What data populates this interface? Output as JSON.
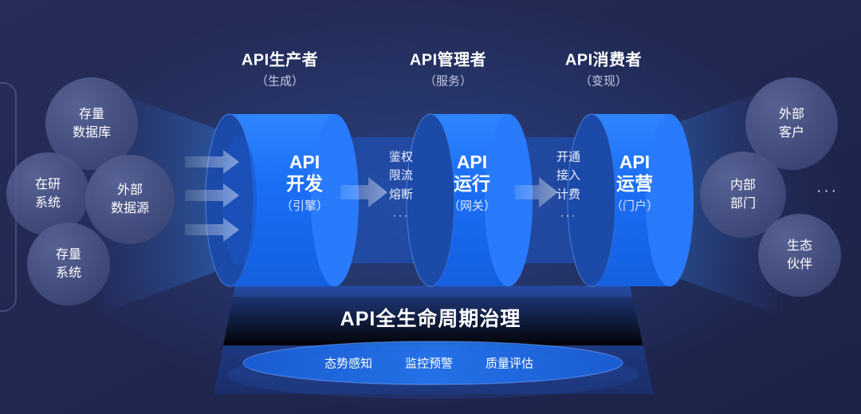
{
  "background": {
    "base_color": "#20274f",
    "accent_blue": "#1a6ef5",
    "deep_blue": "#1b3f9e"
  },
  "stages": [
    {
      "title": "API生产者",
      "subtitle": "（生成）"
    },
    {
      "title": "API管理者",
      "subtitle": "（服务）"
    },
    {
      "title": "API消费者",
      "subtitle": "（变现）"
    }
  ],
  "cylinders": [
    {
      "name_en": "API",
      "name_cn": "开发",
      "sub": "（引擎）"
    },
    {
      "name_en": "API",
      "name_cn": "运行",
      "sub": "（网关）"
    },
    {
      "name_en": "API",
      "name_cn": "运营",
      "sub": "（门户）"
    }
  ],
  "interstitials": [
    {
      "items": [
        "鉴权",
        "限流",
        "熔断"
      ],
      "dots": "···"
    },
    {
      "items": [
        "开通",
        "接入",
        "计费"
      ],
      "dots": "···"
    }
  ],
  "left_sources": [
    {
      "label_line1": "存量",
      "label_line2": "数据库"
    },
    {
      "label_line1": "在研",
      "label_line2": "系统"
    },
    {
      "label_line1": "外部",
      "label_line2": "数据源"
    },
    {
      "label_line1": "存量",
      "label_line2": "系统"
    }
  ],
  "right_consumers": [
    {
      "label_line1": "外部",
      "label_line2": "客户"
    },
    {
      "label_line1": "内部",
      "label_line2": "部门"
    },
    {
      "label_line1": "生态",
      "label_line2": "伙伴"
    }
  ],
  "right_ellipsis": "···",
  "governance": {
    "title": "API全生命周期治理",
    "items": [
      "态势感知",
      "监控预警",
      "质量评估"
    ]
  }
}
